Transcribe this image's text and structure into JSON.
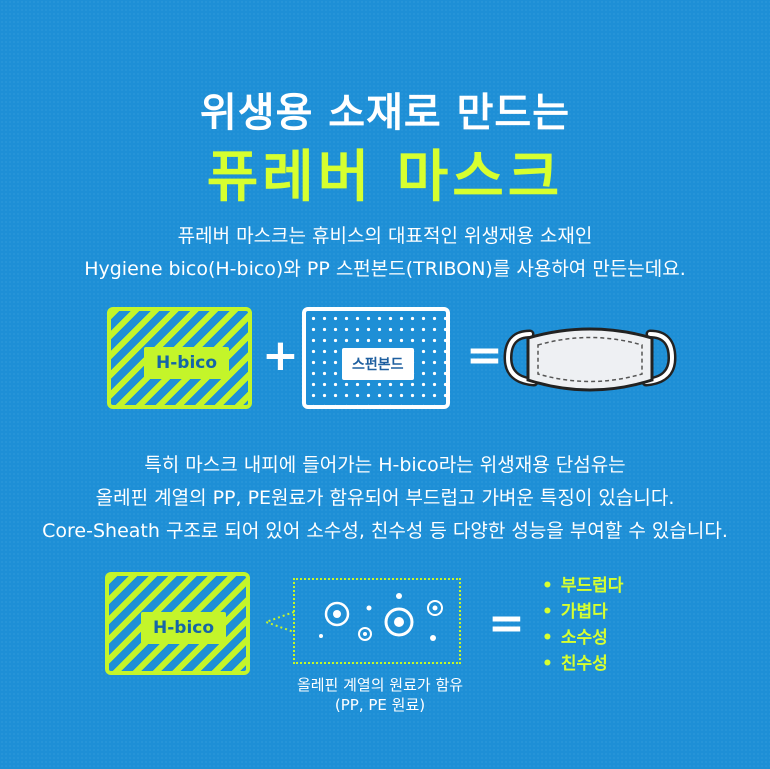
{
  "header": {
    "subtitle": "위생용 소재로 만드는",
    "title": "퓨레버 마스크"
  },
  "intro": {
    "line1": "퓨레버 마스크는 휴비스의 대표적인 위생재용 소재인",
    "line2": "Hygiene bico(H-bico)와 PP 스펀본드(TRIBON)를 사용하여 만든는데요."
  },
  "formula": {
    "material1_label": "H-bico",
    "plus": "+",
    "material2_label": "스펀본드",
    "equals": "="
  },
  "description": {
    "line1": "특히 마스크 내피에 들어가는 H-bico라는 위생재용 단섬유는",
    "line2": "올레핀 계열의 PP, PE원료가 함유되어 부드럽고 가벼운 특징이 있습니다.",
    "line3": "Core-Sheath 구조로 되어 있어 소수성, 친수성 등 다양한 성능을 부여할 수 있습니다."
  },
  "detail": {
    "material_label": "H-bico",
    "bubble_caption1": "올레핀 계열의 원료가 함유",
    "bubble_caption2": "(PP, PE 원료)",
    "equals": "=",
    "benefits": [
      "부드럽다",
      "가볍다",
      "소수성",
      "친수성"
    ]
  },
  "colors": {
    "background": "#1e8fd6",
    "accent": "#d7ff2f",
    "hatch": "#c4f52a",
    "text": "#ffffff"
  }
}
